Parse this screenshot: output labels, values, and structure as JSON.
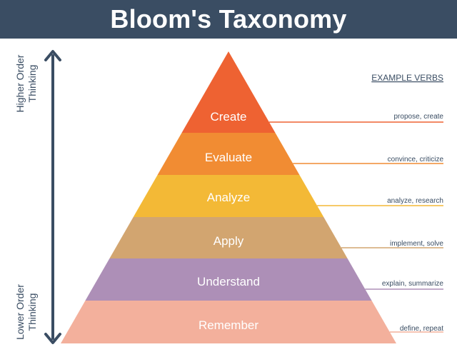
{
  "header": {
    "title": "Bloom's Taxonomy"
  },
  "side_labels": {
    "top": [
      "Higher Order",
      "Thinking"
    ],
    "bottom": [
      "Lower Order",
      "Thinking"
    ]
  },
  "verbs_heading": "EXAMPLE VERBS",
  "levels": [
    {
      "name": "Create",
      "verbs": "propose, create",
      "color": "#ee6232"
    },
    {
      "name": "Evaluate",
      "verbs": "convince, criticize",
      "color": "#f18c33"
    },
    {
      "name": "Analyze",
      "verbs": "analyze, research",
      "color": "#f3b936"
    },
    {
      "name": "Apply",
      "verbs": "implement, solve",
      "color": "#d2a570"
    },
    {
      "name": "Understand",
      "verbs": "explain, summarize",
      "color": "#ad8fb7"
    },
    {
      "name": "Remember",
      "verbs": "define, repeat",
      "color": "#f3b09c"
    }
  ],
  "colors": {
    "header_bg": "#3a4d63",
    "arrow": "#3a4d63",
    "text_dark": "#3a4d63"
  },
  "icons": {
    "arrow": "double-headed-vertical-arrow-icon"
  }
}
